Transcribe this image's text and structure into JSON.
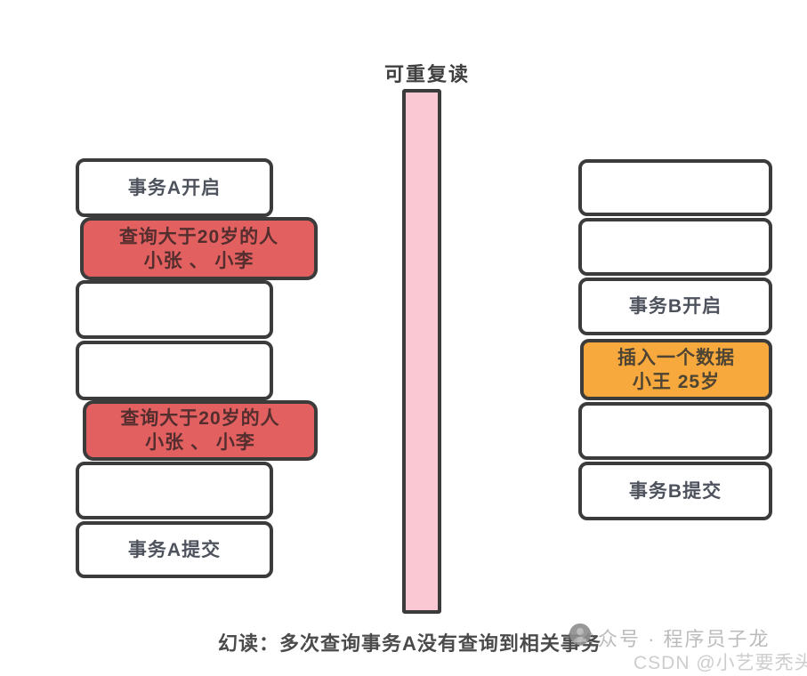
{
  "title": "可重复读",
  "caption": "幻读：多次查询事务A没有查询到相关事务",
  "watermark": {
    "line1": "公众号 · 程序员子龙",
    "line2": "CSDN @小艺要秃头"
  },
  "colors": {
    "box_border": "#3b3b3b",
    "box_fill": "#ffffff",
    "highlight_red": "#e26060",
    "highlight_orange": "#f7a93d",
    "timeline_pink": "#f9c8d3",
    "label_text": "#4d525c",
    "watermark_gray": "#bcbcbc"
  },
  "transaction_a": {
    "name": "事务A",
    "steps": [
      {
        "line1": "事务A开启",
        "line2": "",
        "type": "plain"
      },
      {
        "line1": "查询大于20岁的人",
        "line2": "小张 、 小李",
        "type": "highlight-red"
      },
      {
        "line1": "",
        "line2": "",
        "type": "plain"
      },
      {
        "line1": "",
        "line2": "",
        "type": "plain"
      },
      {
        "line1": "查询大于20岁的人",
        "line2": "小张 、 小李",
        "type": "highlight-red"
      },
      {
        "line1": "",
        "line2": "",
        "type": "plain"
      },
      {
        "line1": "事务A提交",
        "line2": "",
        "type": "plain"
      }
    ]
  },
  "transaction_b": {
    "name": "事务B",
    "steps": [
      {
        "line1": "",
        "line2": "",
        "type": "plain"
      },
      {
        "line1": "",
        "line2": "",
        "type": "plain"
      },
      {
        "line1": "事务B开启",
        "line2": "",
        "type": "plain"
      },
      {
        "line1": "插入一个数据",
        "line2": "小王 25岁",
        "type": "highlight-orange"
      },
      {
        "line1": "",
        "line2": "",
        "type": "plain"
      },
      {
        "line1": "事务B提交",
        "line2": "",
        "type": "plain"
      }
    ]
  }
}
